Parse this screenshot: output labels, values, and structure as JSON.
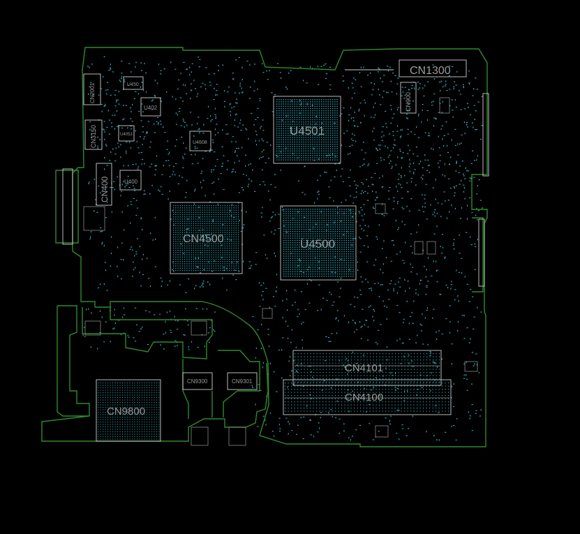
{
  "title": "",
  "colors": {
    "background": "#000000",
    "board_outline": "#2f8a2f",
    "silkscreen": "#cfcfcf",
    "pads": "#2fa4b4",
    "label": "#9a9a9a"
  },
  "labels": {
    "cn1300": "CN1300",
    "cn2001": "CN2001",
    "u450": "U450",
    "u402": "U402",
    "cn3150": "CN3150",
    "u4053": "U4053",
    "u4608": "U4608",
    "u4501": "U4501",
    "cn400": "CN400",
    "u400": "U400",
    "cn4500": "CN4500",
    "u4500": "U4500",
    "cn9300": "CN9300",
    "cn9301": "CN9301",
    "cn9800": "CN9800",
    "cn4101": "CN4101",
    "cn4100": "CN4100",
    "cn900": "CN900"
  }
}
